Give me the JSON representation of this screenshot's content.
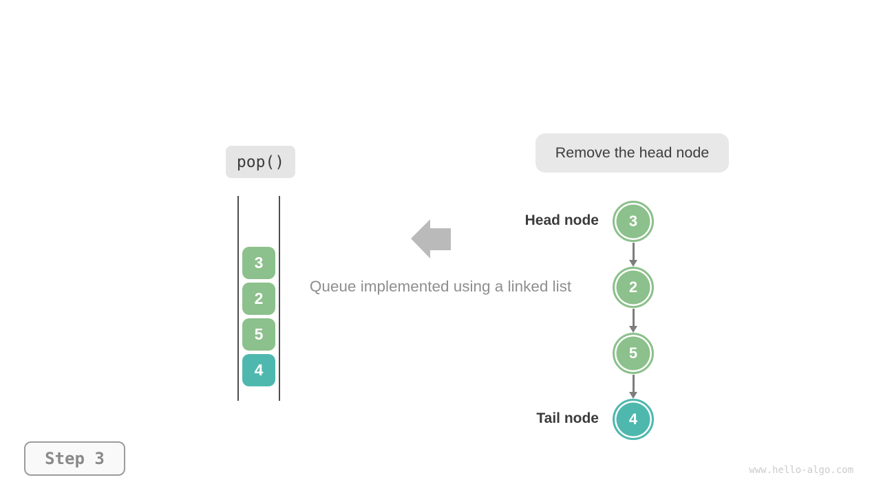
{
  "colors": {
    "node_green": "#8CC08C",
    "node_teal": "#4FB8AE",
    "stack_line": "#4d4d4d",
    "connector_gray": "#7d7d7d",
    "big_arrow_gray": "#bababa",
    "chip_background": "#e8e8e8",
    "caption_gray": "#8e8e8e",
    "label_dark": "#3b3b3b"
  },
  "operation": {
    "label": "pop()"
  },
  "annotation": {
    "label": "Remove the head node"
  },
  "caption": {
    "text": "Queue implemented using a linked list"
  },
  "stack": {
    "items": [
      {
        "value": "3",
        "color": "#8CC08C"
      },
      {
        "value": "2",
        "color": "#8CC08C"
      },
      {
        "value": "5",
        "color": "#8CC08C"
      },
      {
        "value": "4",
        "color": "#4FB8AE"
      }
    ]
  },
  "linked_list": {
    "head_label": "Head node",
    "tail_label": "Tail node",
    "nodes": [
      {
        "value": "3",
        "color": "#8CC08C"
      },
      {
        "value": "2",
        "color": "#8CC08C"
      },
      {
        "value": "5",
        "color": "#8CC08C"
      },
      {
        "value": "4",
        "color": "#4FB8AE"
      }
    ]
  },
  "footer": {
    "step_label": "Step 3",
    "watermark": "www.hello-algo.com"
  }
}
